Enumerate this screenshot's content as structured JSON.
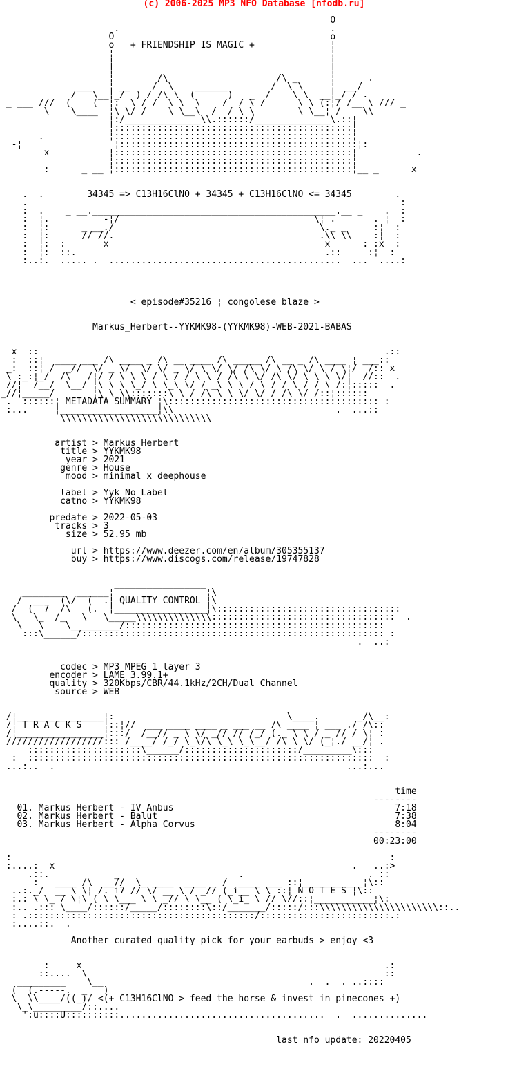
{
  "header": {
    "text": "(c) 2006-2025 MP3 NFO Database [nfodb.ru]",
    "color": "#ff0000"
  },
  "release": {
    "motto": "+ FRIENDSHIP IS MAGIC +",
    "formula_line": "34345 => C13H16ClNO + 34345 + C13H16ClNO <= 34345",
    "episode_tag": "< episode#35216 ¦ congolese blaze >",
    "scene_name": "Markus_Herbert--YYKMK98-(YYKMK98)-WEB-2021-BABAS",
    "section_headers": [
      "METADATA SUMMARY",
      "QUALITY CONTROL",
      "T R A C K S",
      "N O T E S"
    ],
    "metadata": {
      "artist": "Markus Herbert",
      "title": "YYKMK98",
      "year": "2021",
      "genre": "House",
      "mood": "minimal x deephouse",
      "label": "Yyk No Label",
      "catno": "YYKMK98",
      "predate": "2022-05-03",
      "tracks": "3",
      "size": "52.95 mb",
      "url": "https://www.deezer.com/en/album/305355137",
      "buy": "https://www.discogs.com/release/19747828"
    },
    "quality": {
      "codec": "MP3 MPEG 1 layer 3",
      "encoder": "LAME 3.99.1+",
      "quality": "320Kbps/CBR/44.1kHz/2CH/Dual Channel",
      "source": "WEB"
    },
    "tracklist": {
      "time_column_header": "time",
      "rows": [
        {
          "num": "01.",
          "title": "Markus Herbert - IV Anbus",
          "time": "7:18"
        },
        {
          "num": "02.",
          "title": "Markus Herbert - Balut",
          "time": "7:38"
        },
        {
          "num": "03.",
          "title": "Markus Herbert - Alpha Corvus",
          "time": "8:04"
        }
      ],
      "total_time": "00:23:00"
    },
    "notes": "Another curated quality pick for your earbuds > enjoy <3",
    "footer_tag": "<(+ C13H16ClNO > feed the horse & invest in pinecones +)",
    "last_update": "last nfo update: 20220405"
  },
  "ascii": {
    "lines": [
      "",
      "                                                             O",
      "                     .                                       .",
      "                    O                                        o",
      "                    o   + FRIENDSHIP IS MAGIC +              ¦",
      "                    ¦                                        ¦",
      "                    ¦                                        ¦",
      "                    ¦                                        ¦",
      "                    ¦        /\\                    /\\ _      ¦      .",
      "              ___   ¦ __    /  \\    ______        /  \\ \\     ¦  __/",
      "             /   \\__¦_/  ) / /\\ \\  (      )   _  /    \\ \\  __¦_/ / .",
      " _ ___ ///  (    (  ¦:  \\ / /  \\ \\  \\    /  / \\ /      \\ \\ (:¦/ /__ \\ /// _",
      "        \\    \\____  ¦\\ \\/ /    \\ \\__\\  /  / \\ \\        \\ \\__¦ /    \\\\",
      "                    ¦:/______________\\\\.::::::/______________\\.::¦",
      "                    ¦::::::::::::::::::::::::::::::::::::::::::::¦",
      "       .            ¦::::::::::::::::::::::::::::::::::::::::::::¦",
      "  -¦                 ¦::::::::::::::::::::::::::::::::::::::::::::¦:",
      "        x           ¦::::::::::::::::::::::::::::::::::::::::::::¦           .",
      "                    ¦::::::::::::::::::::::::::::::::::::::::::::¦",
      "        :      _ __ ¦::::::::::::::::::::::::::::::::::::::::::::¦__ _      x",
      "",
      "",
      "    .  .        34345 => C13H16ClNO + 34345 + C13H16ClNO <= 34345        .",
      "    .                                                                     :",
      "    :  .    _ __._____________________________________________.__ _    .  :",
      "    :  ¦.          -¦/                                    \\¦ .       . ¦  :",
      "    :  ¦:      _ __./                                      \\._ _     :¦  :",
      "    :  ¦:      // //.                                      .\\\\ \\\\    :¦  :",
      "    :  ¦:  :       x                                        x      : :x  :",
      "    :  ¦:  ::.                                              .::     :¦  :",
      "    :..:.  ..... .  ...........................................  ...  ....:",
      "",
      "",
      "",
      "",
      "                        < episode#35216 ¦ congolese blaze >",
      "",
      "",
      "                 Markus_Herbert--YYKMK98-(YYKMK98)-WEB-2021-BABAS",
      "",
      "",
      "  x  ::                                                                .::",
      "  :  ::¦  ____ ___ /\\ ____ _ /\\ __ ____ /\\ _____ /\\ __ _ /\\ ____ ¦ ___::",
      " _:  ::¦ /  _//  \\/ _ \\/  \\/ \\/ _ \\/ \\ \\/ \\/ /\\ \\/ \\ /\\ \\/ \\ / \\¦/  /:: x",
      " \\ :_:¦_/  /\\   /¦/ / \\ \\ \\ / \\ / / \\ \\ / /\\ \\ \\/ /\\ \\/ \\ \\ \\ \\/¦  //::  .",
      " //¦  /__/  \\__/ ¦\\ \\ \\ \\_/ \\ \\_\\ \\/ / _\\ \\ \\ / \\ / / \\ / / \\ /:¦:::::  .",
      "_//¦_____/       ¦\\ \\ \\\\:::::::\\ \\ / /\\ \\ \\ \\/ \\/ / /\\ \\/ /::¦::::::",
      " .  ::::::¦ METADATA SUMMARY ¦\\::::::::::::::::::::::::::::::::::::::: :",
      " :...     ¦__________________¦\\\\                              .  ...::",
      "           \\\\\\\\\\\\\\\\\\\\\\\\\\\\\\\\\\\\\\\\\\\\\\\\\\\\\\\\",
      "",
      "",
      "          artist > Markus Herbert",
      "           title > YYKMK98",
      "            year > 2021",
      "           genre > House",
      "            mood > minimal x deephouse",
      "",
      "           label > Yyk No Label",
      "           catno > YYKMK98",
      "",
      "         predate > 2022-05-03",
      "          tracks > 3",
      "            size > 52.95 mb",
      "",
      "             url > https://www.deezer.com/en/album/305355137",
      "             buy > https://www.discogs.com/release/19747828",
      "",
      "",
      "                     _________________",
      "    ________  ______¦                 ¦\\",
      "   /  __   (\\/  (  .¦ QUALITY CONTROL ¦\\",
      "  /  (  7  /\\   (.  ¦_________________¦\\::::::::::::::::::::::::::::::::::",
      "  \\   \\_  /_   \\   \\_____\\\\\\\\\\\\\\\\\\\\\\\\\\\\::::::::::::::::::::::::::::::::::  .",
      "   \\   \\    \\_________/::::::::::::::::::::::::::::::::::::::::::::::::",
      "    :::\\______/:::::::::::::::::::::::::::::::::::::::::::::::::::::::: :",
      "                                                                  .  ..:",
      "",
      "",
      "           codec > MP3 MPEG 1 layer 3",
      "         encoder > LAME 3.99.1+",
      "         quality > 320Kbps/CBR/44.1kHz/2CH/Dual Channel",
      "          source > WEB",
      "",
      "",
      " /¦________________¦:                                \\____.       _/\\__:",
      " /¦ T R A C K S    ¦::¦//  ___ ____ ____ _ ___ __ /\\ ____ ¦ ___ ./ /\\::",
      " /¦________________¦:::/  /__// _ \\ \\/ _// // /_/ (._ \\ \\ / _ // / \\¦ :",
      " //////////////////::: /____/ /_/ \\_\\/\\ \\_\\ \\_\\__/ /\\ \\ \\/ (_¦./ __/¦ .",
      "     :::::::::::::::::::::\\______/:::::::::::::::::::::/_________\\:::",
      "  :  ::::::::::::::::::::::::::::::::::::::::::::::::::::::::::::::::  :",
      " ...:..  .                                                      ...:...",
      "",
      "",
      "                                                                         time",
      "                                                                     --------",
      "   01. Markus Herbert - IV Anbus                                         7:18",
      "   02. Markus Herbert - Balut                                            7:38",
      "   03. Markus Herbert - Alpha Corvus                                     8:04",
      "                                                                     --------",
      "                                                                     00:23:00",
      "",
      " :                                                                      :",
      " :....:  x                                                       .   ..:>",
      "     .::.            _                      .                       . ::",
      "      :   ____ /\\  __//  \\_ ____  ____ _ /  ____ ___ ::¦___________¦\\::",
      "  ..:._/  __ \\ \\¦ /. i7 // \\/ __ \\ / _// (_i__ \\ \\ ::¦ N O T E S ¦\\::",
      "  :.: \\ \\_ / \\¦\\ ( \\ \\___ \\ \\ _// \\ \\__ ( \\_i_ \\ // \\//::¦___________¦\\:",
      "  :.. .::: \\____/::::::/_____/::::::::\\::/_______/:::::/:::\\\\\\\\\\\\\\\\\\\\\\\\\\\\\\\\\\\\\\\\\\\\::..",
      "  : .::::::::::::::::::::::::::::::::::::::::::/::::::::::::::::::::::::.:",
      "  :....::.  .",
      "",
      "             Another curated quality pick for your earbuds > enjoy <3",
      "",
      "",
      "        :     x                                                        .:",
      "       ::....  \\                                                       ::",
      "   _________    \\__                                      .  .  . ..::::",
      "  (  (.-----.  _   )",
      "  \\  \\\\____/((_)/ <(+ C13H16ClNO > feed the horse & invest in pinecones +)",
      "   \\_\\_________/::....",
      "    ':u::::U::::::::::......................................  .  ..............",
      "",
      "",
      "                                                   last nfo update: 20220405",
      "",
      "",
      "",
      ""
    ]
  }
}
